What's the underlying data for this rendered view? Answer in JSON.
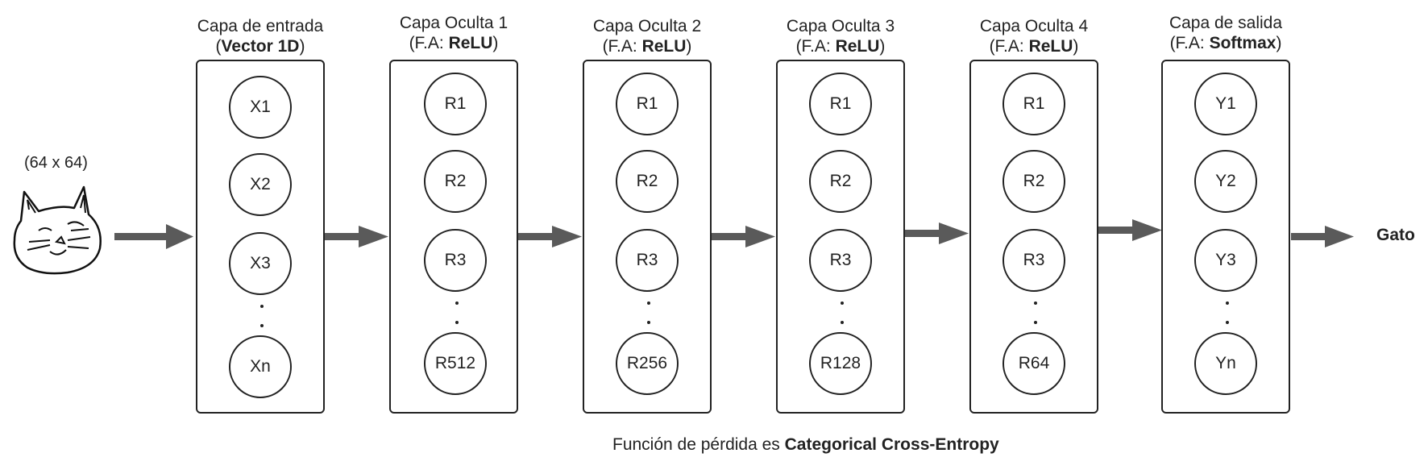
{
  "input": {
    "size_label": "(64 x 64)"
  },
  "layers": [
    {
      "title": "Capa de entrada",
      "sub_prefix": "(",
      "sub_bold": "Vector 1D",
      "sub_suffix": ")",
      "nodes": [
        "X1",
        "X2",
        "X3",
        "Xn"
      ]
    },
    {
      "title": "Capa Oculta 1",
      "sub_prefix": "(F.A: ",
      "sub_bold": "ReLU",
      "sub_suffix": ")",
      "nodes": [
        "R1",
        "R2",
        "R3",
        "R512"
      ]
    },
    {
      "title": "Capa Oculta 2",
      "sub_prefix": "(F.A: ",
      "sub_bold": "ReLU",
      "sub_suffix": ")",
      "nodes": [
        "R1",
        "R2",
        "R3",
        "R256"
      ]
    },
    {
      "title": "Capa Oculta 3",
      "sub_prefix": "(F.A: ",
      "sub_bold": "ReLU",
      "sub_suffix": ")",
      "nodes": [
        "R1",
        "R2",
        "R3",
        "R128"
      ]
    },
    {
      "title": "Capa Oculta 4",
      "sub_prefix": "(F.A: ",
      "sub_bold": "ReLU",
      "sub_suffix": ")",
      "nodes": [
        "R1",
        "R2",
        "R3",
        "R64"
      ]
    },
    {
      "title": "Capa de salida",
      "sub_prefix": "(F.A: ",
      "sub_bold": "Softmax",
      "sub_suffix": ")",
      "nodes": [
        "Y1",
        "Y2",
        "Y3",
        "Yn"
      ]
    }
  ],
  "output": {
    "label": "Gato"
  },
  "loss": {
    "prefix": "Función de pérdida es ",
    "bold": "Categorical Cross-Entropy"
  },
  "colors": {
    "stroke": "#222222",
    "arrow": "#5a5a5a"
  }
}
